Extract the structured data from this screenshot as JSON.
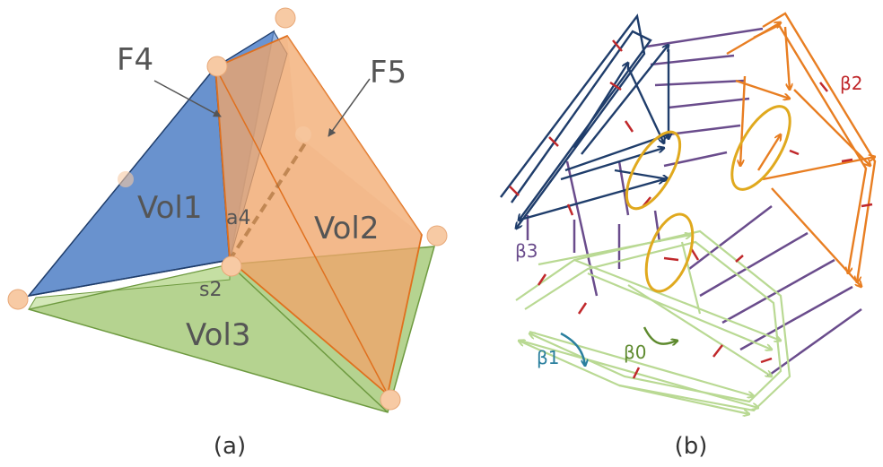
{
  "panel_a": {
    "caption": "(a)",
    "labels": {
      "f4": "F4",
      "f5": "F5",
      "vol1": "Vol1",
      "vol2": "Vol2",
      "vol3": "Vol3",
      "a4": "a4",
      "s2": "s2"
    },
    "colors": {
      "vol1": "#4f7fc6",
      "vol2": "#f0a56a",
      "vol3": "#9cc46b",
      "vertex": "#f7caa4"
    }
  },
  "panel_b": {
    "caption": "(b)",
    "labels": {
      "beta0": "β0",
      "beta1": "β1",
      "beta2": "β2",
      "beta3": "β3"
    },
    "colors": {
      "beta0": "#5e8a2e",
      "beta1": "#2a7f9e",
      "beta2": "#c0282b",
      "beta3": "#6a4c8c",
      "dark_blue_cells": "#1f3d6b",
      "orange_cells": "#e87e22",
      "light_green_cells": "#b9d993",
      "highlight_ellipse": "#e0a91e"
    }
  }
}
